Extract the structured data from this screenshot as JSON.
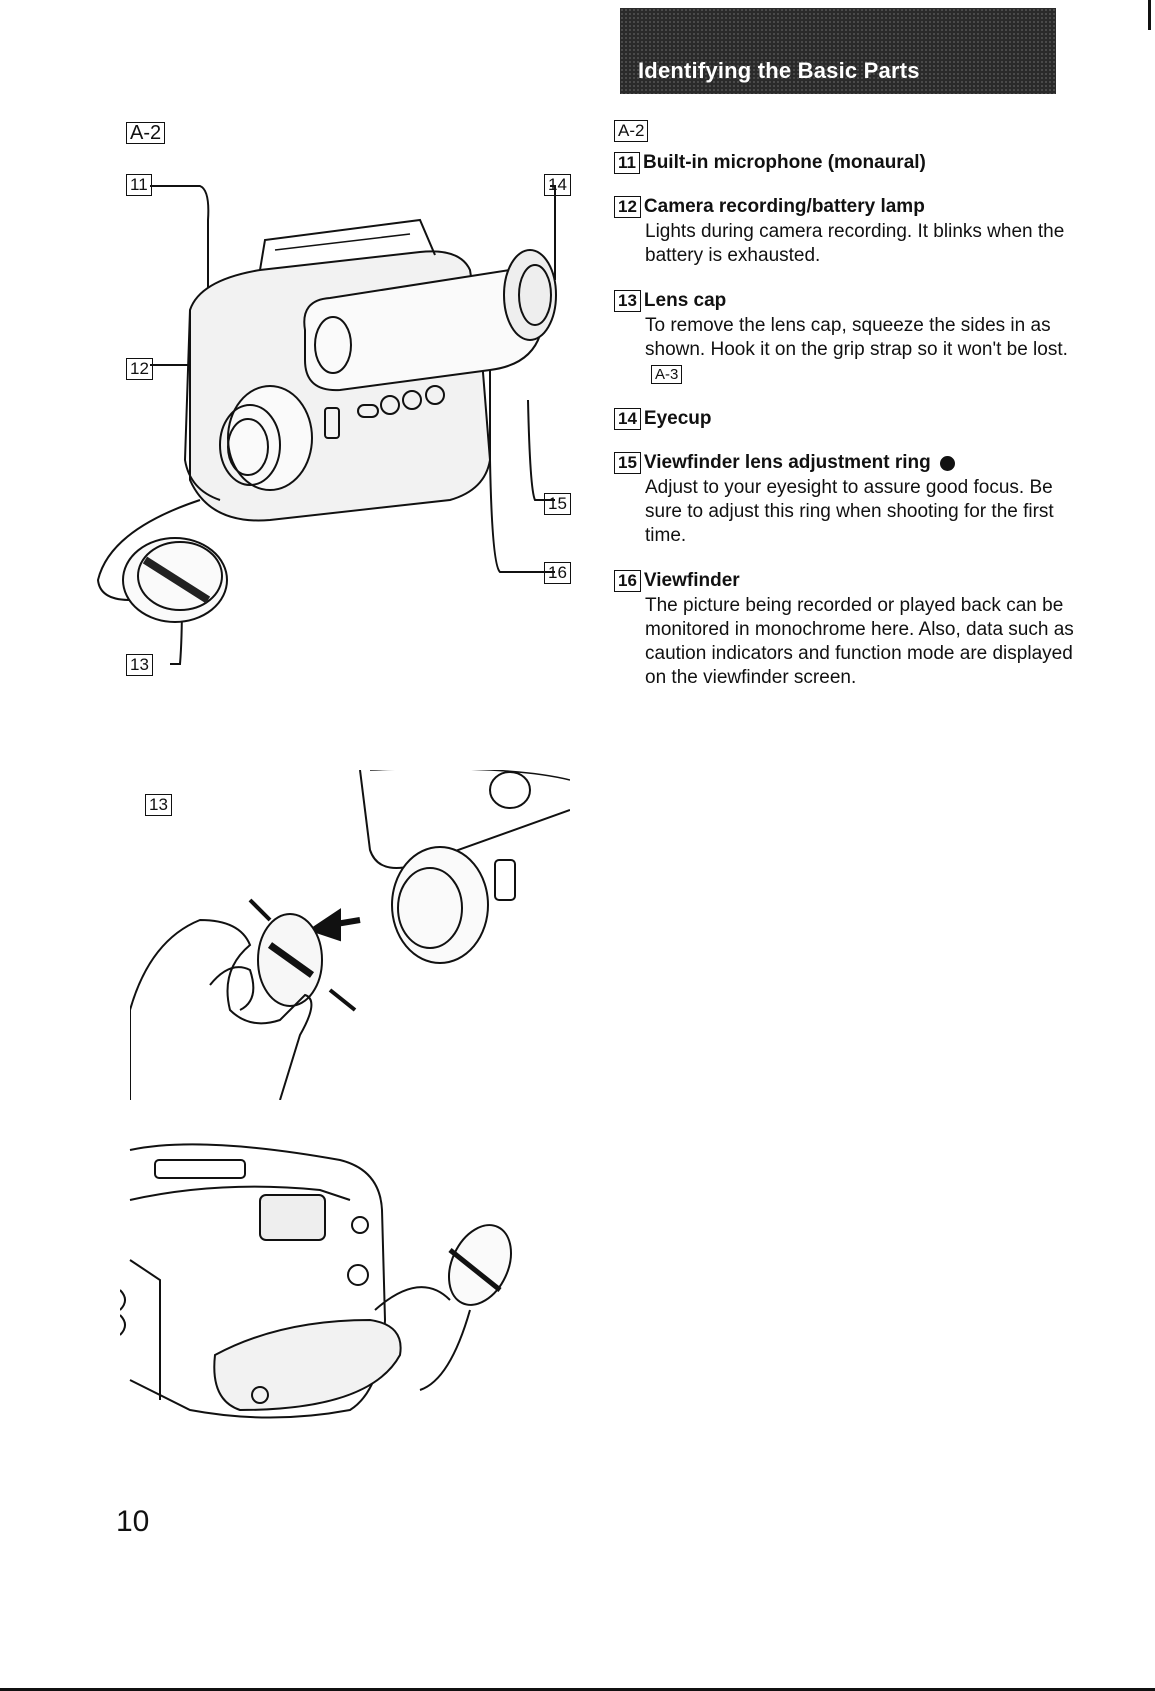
{
  "header": {
    "title": "Identifying the Basic Parts"
  },
  "figure": {
    "section_tag": "A-2",
    "callouts": [
      "11",
      "12",
      "13",
      "14",
      "15",
      "16"
    ],
    "detail_callout": "13"
  },
  "text": {
    "section_tag": "A-2",
    "items": [
      {
        "num": "11",
        "title": "Built-in microphone (monaural)",
        "body": ""
      },
      {
        "num": "12",
        "title": "Camera recording/battery lamp",
        "body": "Lights during camera recording. It blinks when the battery is exhausted."
      },
      {
        "num": "13",
        "title": "Lens cap",
        "body": "To remove the lens cap, squeeze the sides in as shown. Hook it on the grip strap so it won't be lost.",
        "ref": "A-3"
      },
      {
        "num": "14",
        "title": "Eyecup",
        "body": ""
      },
      {
        "num": "15",
        "title": "Viewfinder lens adjustment ring",
        "body": "Adjust to your eyesight to assure good focus. Be sure to adjust this ring when shooting for the first time."
      },
      {
        "num": "16",
        "title": "Viewfinder",
        "body": "The picture being recorded or played back can be monitored in monochrome here. Also, data such as caution indicators and function mode are displayed on the viewfinder screen."
      }
    ]
  },
  "page_number": "10"
}
